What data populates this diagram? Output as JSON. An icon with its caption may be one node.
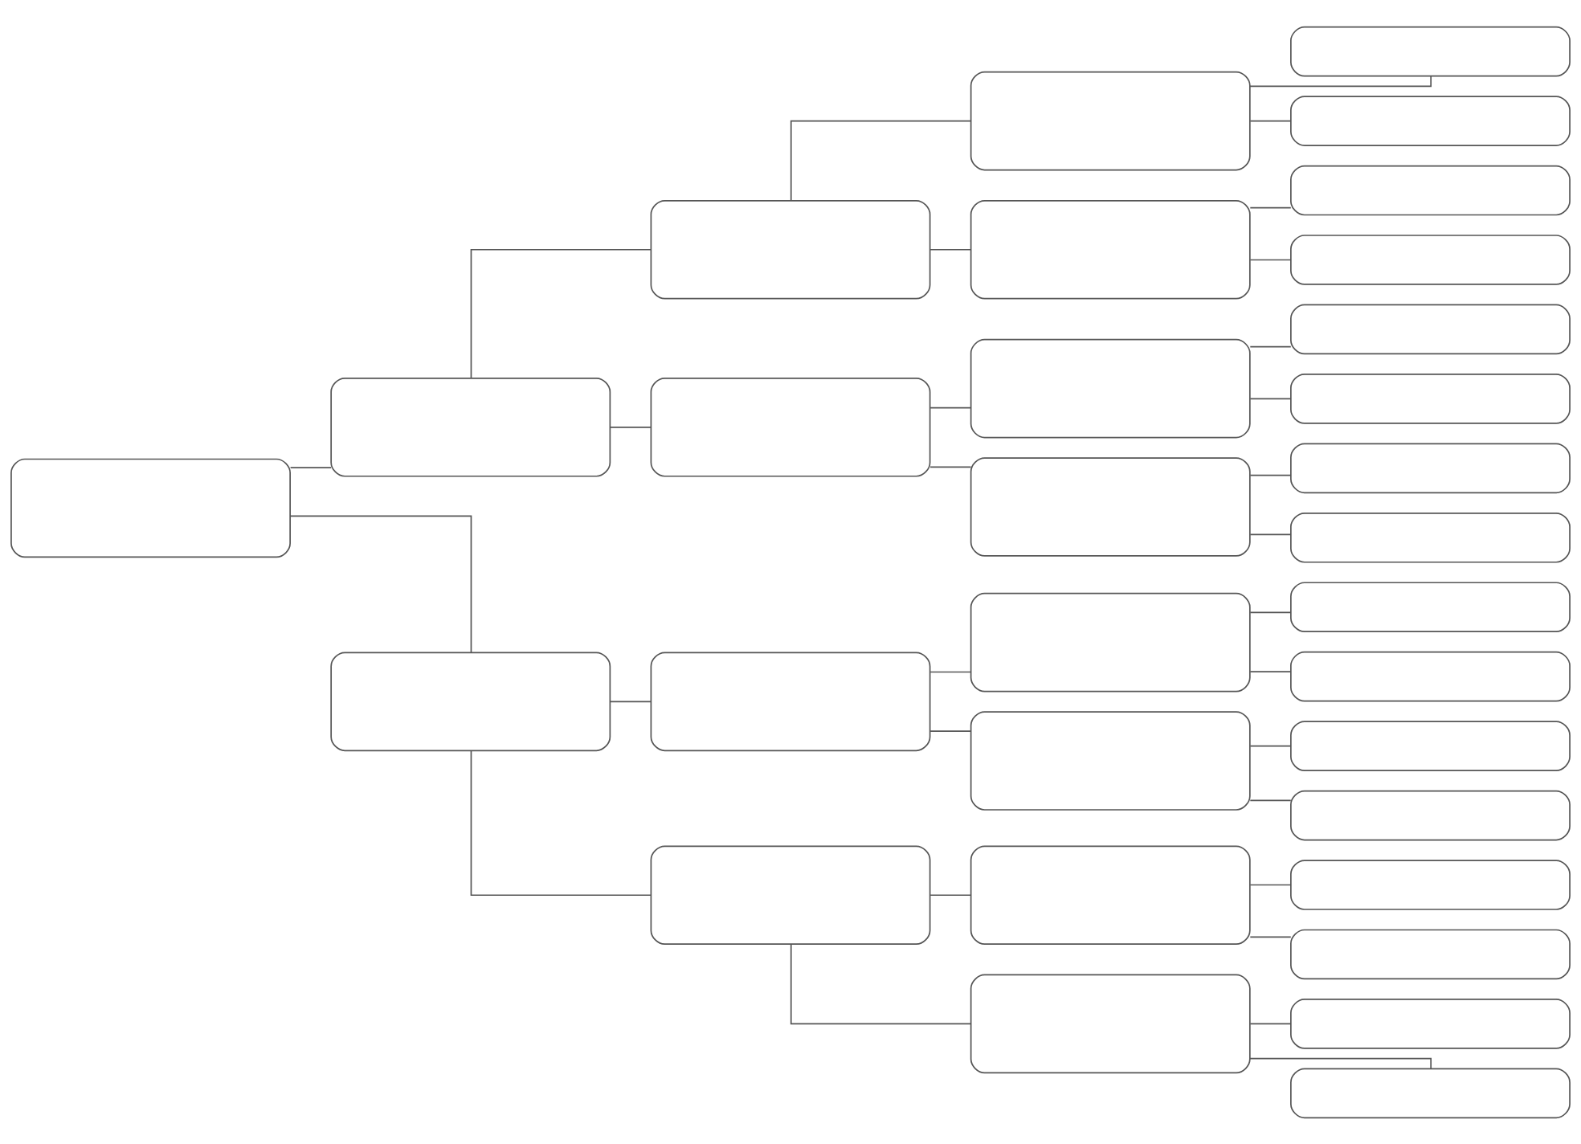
{
  "diagram": {
    "nodes": [
      {
        "text": [],
        "shape": "box"
      },
      {
        "text": [],
        "shape": "box"
      },
      {
        "text": [],
        "shape": "box"
      },
      {
        "text": [],
        "shape": "box"
      },
      {
        "text": [],
        "shape": "box"
      },
      {
        "text": [],
        "shape": "box"
      },
      {
        "text": [],
        "shape": "box"
      },
      {
        "text": [],
        "shape": "box"
      },
      {
        "text": [],
        "shape": "box"
      },
      {
        "text": [],
        "shape": "box"
      },
      {
        "text": [],
        "shape": "box"
      },
      {
        "text": [],
        "shape": "box"
      },
      {
        "text": [],
        "shape": "box"
      },
      {
        "text": [],
        "shape": "box"
      },
      {
        "text": [],
        "shape": "box"
      },
      {
        "text": [],
        "shape": "box"
      },
      {
        "text": [],
        "shape": "box"
      },
      {
        "text": [],
        "shape": "box"
      },
      {
        "text": [],
        "shape": "box"
      },
      {
        "text": [],
        "shape": "box"
      },
      {
        "text": [],
        "shape": "box"
      },
      {
        "text": [],
        "shape": "box"
      },
      {
        "text": [],
        "shape": "box"
      },
      {
        "text": [],
        "shape": "box"
      },
      {
        "text": [],
        "shape": "box"
      },
      {
        "text": [],
        "shape": "box"
      },
      {
        "text": [],
        "shape": "box"
      },
      {
        "text": [],
        "shape": "box"
      },
      {
        "text": [],
        "shape": "box"
      },
      {
        "text": [],
        "shape": "box"
      },
      {
        "text": [],
        "shape": "box"
      }
    ],
    "edges": [
      {
        "from": 0,
        "to": 1,
        "arrow": "none"
      },
      {
        "from": 0,
        "to": 2,
        "arrow": "none"
      },
      {
        "from": 1,
        "to": 3,
        "arrow": "none"
      },
      {
        "from": 1,
        "to": 4,
        "arrow": "none"
      },
      {
        "from": 2,
        "to": 5,
        "arrow": "none"
      },
      {
        "from": 2,
        "to": 6,
        "arrow": "none"
      },
      {
        "from": 3,
        "to": 7,
        "arrow": "none"
      },
      {
        "from": 3,
        "to": 8,
        "arrow": "none"
      },
      {
        "from": 4,
        "to": 9,
        "arrow": "none"
      },
      {
        "from": 4,
        "to": 10,
        "arrow": "none"
      },
      {
        "from": 5,
        "to": 11,
        "arrow": "none"
      },
      {
        "from": 5,
        "to": 12,
        "arrow": "none"
      },
      {
        "from": 6,
        "to": 13,
        "arrow": "none"
      },
      {
        "from": 6,
        "to": 14,
        "arrow": "none"
      },
      {
        "from": 7,
        "to": 15,
        "arrow": "none"
      },
      {
        "from": 7,
        "to": 16,
        "arrow": "none"
      },
      {
        "from": 8,
        "to": 17,
        "arrow": "none"
      },
      {
        "from": 8,
        "to": 18,
        "arrow": "none"
      },
      {
        "from": 9,
        "to": 19,
        "arrow": "none"
      },
      {
        "from": 9,
        "to": 20,
        "arrow": "none"
      },
      {
        "from": 10,
        "to": 21,
        "arrow": "none"
      },
      {
        "from": 10,
        "to": 22,
        "arrow": "none"
      },
      {
        "from": 11,
        "to": 23,
        "arrow": "none"
      },
      {
        "from": 11,
        "to": 24,
        "arrow": "none"
      },
      {
        "from": 12,
        "to": 25,
        "arrow": "none"
      },
      {
        "from": 12,
        "to": 26,
        "arrow": "none"
      },
      {
        "from": 13,
        "to": 27,
        "arrow": "none"
      },
      {
        "from": 13,
        "to": 28,
        "arrow": "none"
      },
      {
        "from": 14,
        "to": 29,
        "arrow": "none"
      },
      {
        "from": 14,
        "to": 30,
        "arrow": "none"
      }
    ]
  }
}
